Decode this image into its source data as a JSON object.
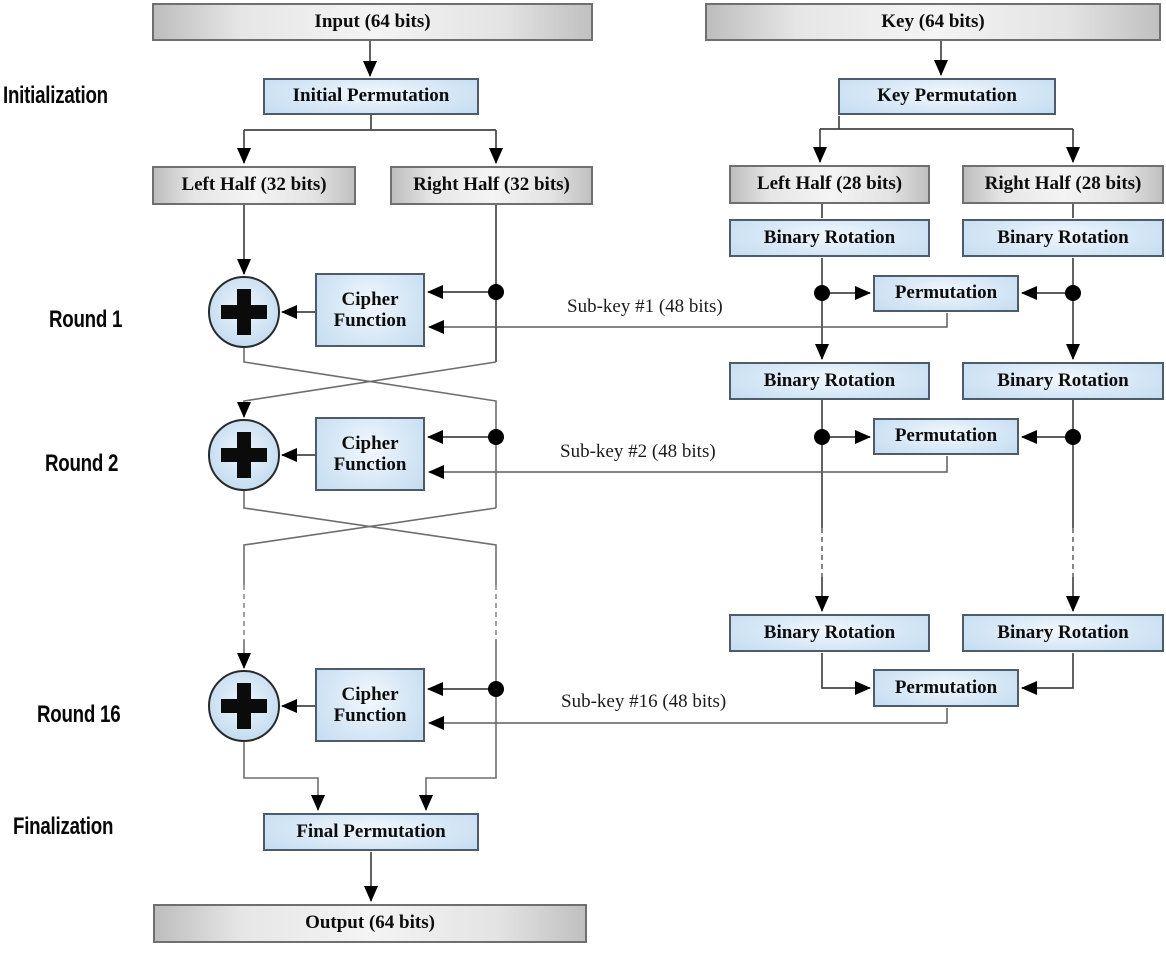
{
  "diagram": {
    "stages": {
      "initialization": "Initialization",
      "round1": "Round 1",
      "round2": "Round 2",
      "round16": "Round 16",
      "finalization": "Finalization"
    },
    "data_path": {
      "input": "Input (64 bits)",
      "initial_permutation": "Initial Permutation",
      "left_half": "Left Half (32 bits)",
      "right_half": "Right Half (32 bits)",
      "cipher_function": "Cipher Function",
      "final_permutation": "Final Permutation",
      "output": "Output (64 bits)"
    },
    "key_path": {
      "key": "Key (64 bits)",
      "key_permutation": "Key Permutation",
      "left_half": "Left Half (28 bits)",
      "right_half": "Right Half (28 bits)",
      "binary_rotation": "Binary Rotation",
      "permutation": "Permutation"
    },
    "subkeys": {
      "round1": "Sub-key #1 (48 bits)",
      "round2": "Sub-key #2 (48 bits)",
      "round16": "Sub-key #16 (48 bits)"
    },
    "icons": {
      "xor": "xor-plus-in-circle"
    },
    "colors": {
      "box_blue": "#bdd9ef",
      "box_gray": "#d9d9d9",
      "line": "#464646",
      "light_line": "#6e6e6e",
      "arrow": "#000000",
      "background": "#ffffff"
    }
  }
}
